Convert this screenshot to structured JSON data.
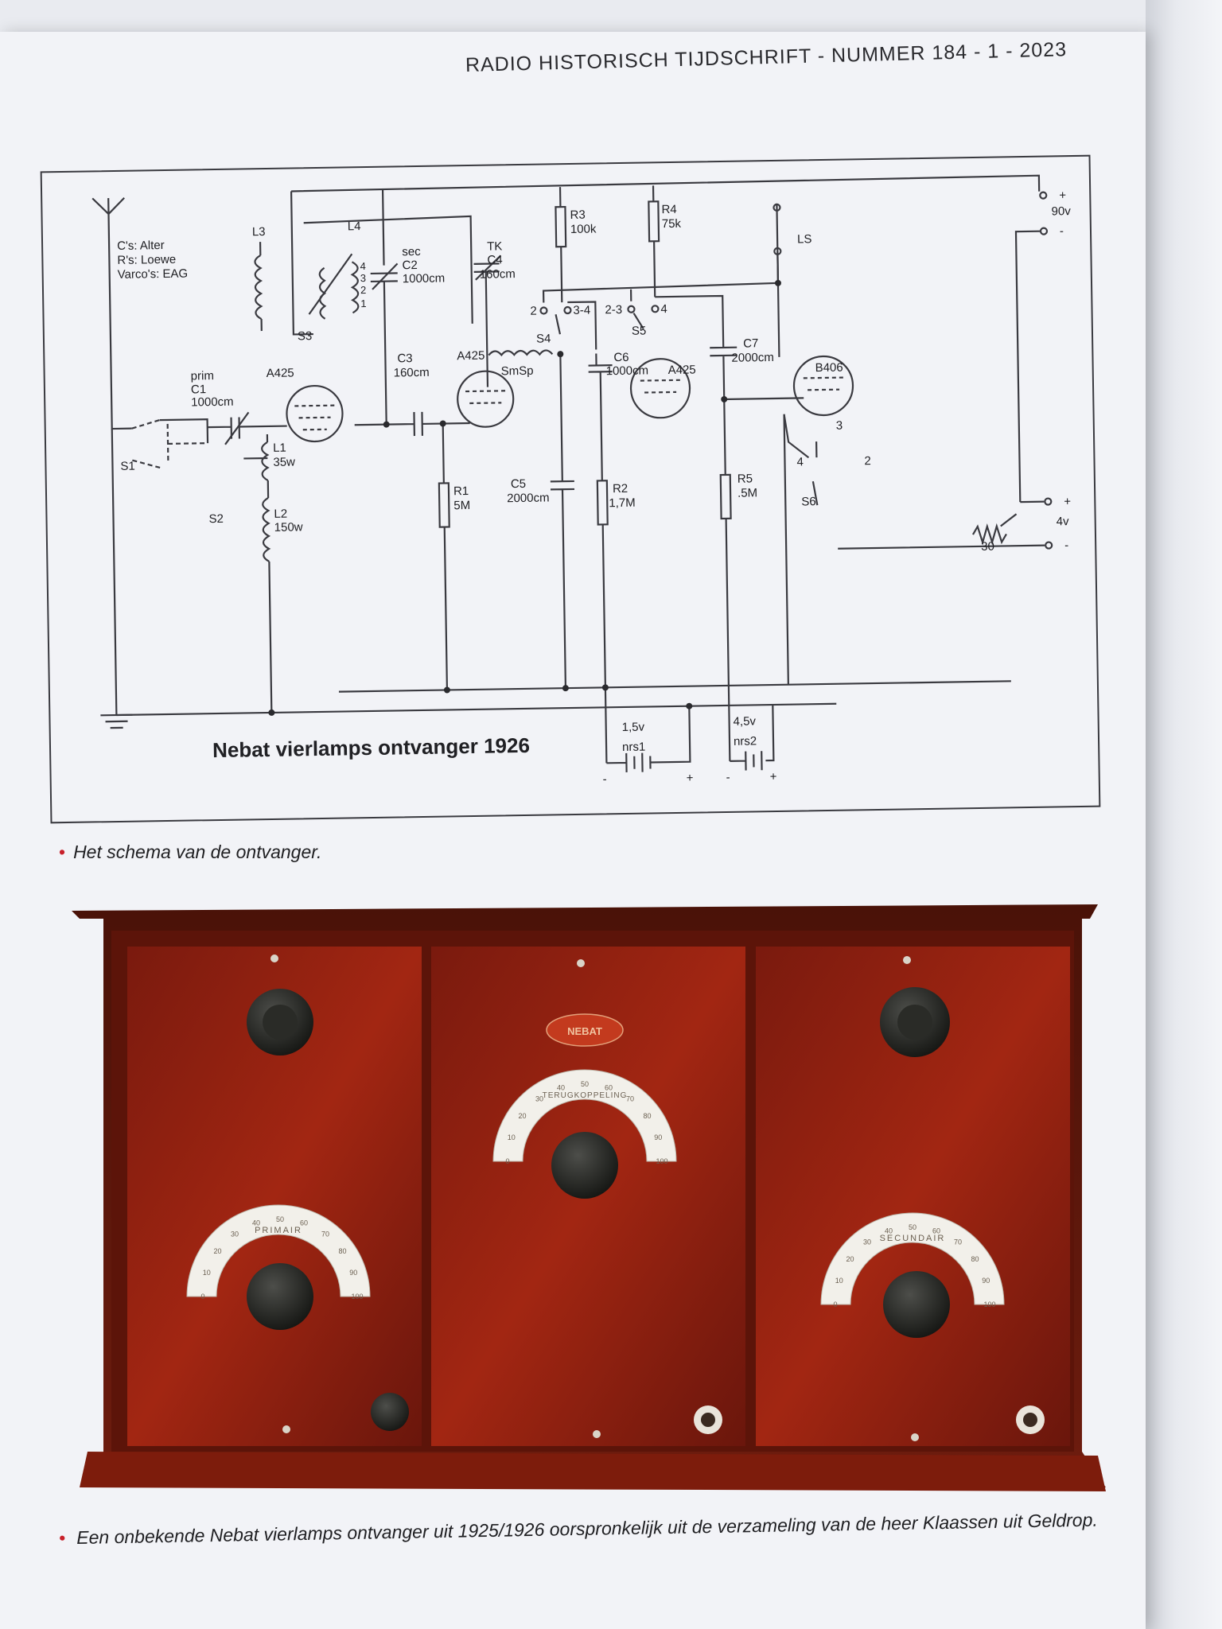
{
  "header": {
    "running_title": "RADIO HISTORISCH TIJDSCHRIFT - NUMMER 184 - 1 - 2023"
  },
  "schematic": {
    "title": "Nebat vierlamps ontvanger 1926",
    "notes": [
      "C's: Alter",
      "R's: Loewe",
      "Varco's: EAG"
    ],
    "labels": {
      "L3": "L3",
      "L4": "L4",
      "S3": "S3",
      "A425_1": "A425",
      "prim": "prim",
      "C1": "C1",
      "C1_val": "1000cm",
      "S1": "S1",
      "S2": "S2",
      "L1": "L1",
      "L1_val": "35w",
      "L2": "L2",
      "L2_val": "150w",
      "sec": "sec",
      "C2": "C2",
      "C2_val": "1000cm",
      "TK": "TK",
      "C4": "C4",
      "C4_val": "160cm",
      "C3": "C3",
      "C3_val": "160cm",
      "A425_2": "A425",
      "R1": "R1",
      "R1_val": "5M",
      "C5": "C5",
      "C5_val": "2000cm",
      "SmSp": "SmSp",
      "R3": "R3",
      "R3_val": "100k",
      "R4": "R4",
      "R4_val": "75k",
      "S4": "S4",
      "S5": "S5",
      "p2": "2",
      "p34": "3-4",
      "p23": "2-3",
      "p4": "4",
      "C6": "C6",
      "C6_val": "1000cm",
      "A425_3": "A425",
      "R2": "R2",
      "R2_val": "1,7M",
      "C7": "C7",
      "C7_val": "2000cm",
      "B406": "B406",
      "R5": "R5",
      "R5_val": ".5M",
      "LS": "LS",
      "S6": "S6",
      "s6_3": "3",
      "s6_4": "4",
      "s6_2": "2",
      "v90": "90v",
      "v4": "4v",
      "r30": "30",
      "plus1": "+",
      "minus1": "-",
      "plus2": "+",
      "minus2": "-",
      "nrs1_v": "1,5v",
      "nrs1": "nrs1",
      "nrs2_v": "4,5v",
      "nrs2": "nrs2",
      "b1_minus": "-",
      "b1_plus": "+",
      "b2_minus": "-",
      "b2_plus": "+",
      "coil_4": "4",
      "coil_3": "3",
      "coil_2": "2",
      "coil_1": "1"
    }
  },
  "caption_schematic": "Het schema van de ontvanger.",
  "photo": {
    "badge": "NEBAT",
    "dial_left": "PRIMAIR",
    "dial_center": "TERUGKOPPELING",
    "dial_right": "SECUNDAIR",
    "dial_ticks": [
      "0",
      "10",
      "20",
      "30",
      "40",
      "50",
      "60",
      "70",
      "80",
      "90",
      "100"
    ]
  },
  "caption_photo": "Een onbekende Nebat vierlamps ontvanger uit 1925/1926 oorspronkelijk uit de verzameling van de heer Klaassen uit Geldrop.",
  "colors": {
    "bullet": "#c8202a",
    "wood": "#8e1d10",
    "page": "#f2f3f7"
  }
}
